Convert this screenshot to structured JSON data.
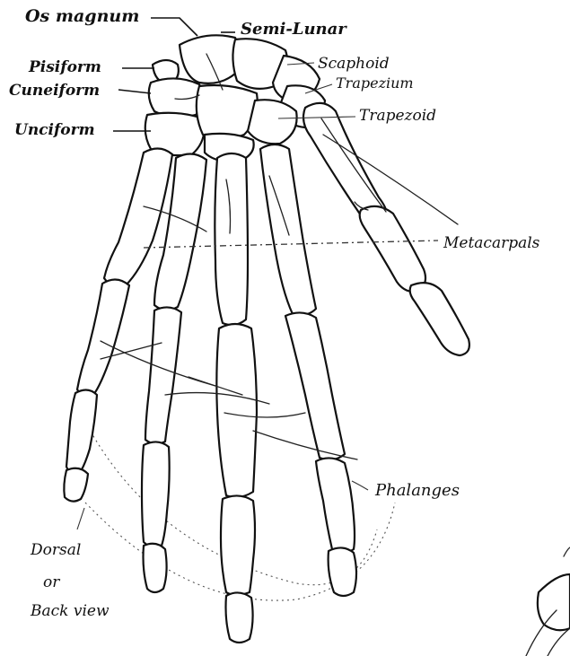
{
  "labels": {
    "os_magnum": "Os magnum",
    "semi_lunar": "Semi-Lunar",
    "pisiform": "Pisiform",
    "scaphoid": "Scaphoid",
    "cuneiform": "Cuneiform",
    "trapezium": "Trapezium",
    "unciform": "Unciform",
    "trapezoid": "Trapezoid",
    "metacarpals": "Metacarpals",
    "phalanges": "Phalanges",
    "dorsal": "Dorsal",
    "or": "or",
    "back_view": "Back view"
  },
  "colors": {
    "ink": "#111111",
    "paper": "#ffffff"
  }
}
